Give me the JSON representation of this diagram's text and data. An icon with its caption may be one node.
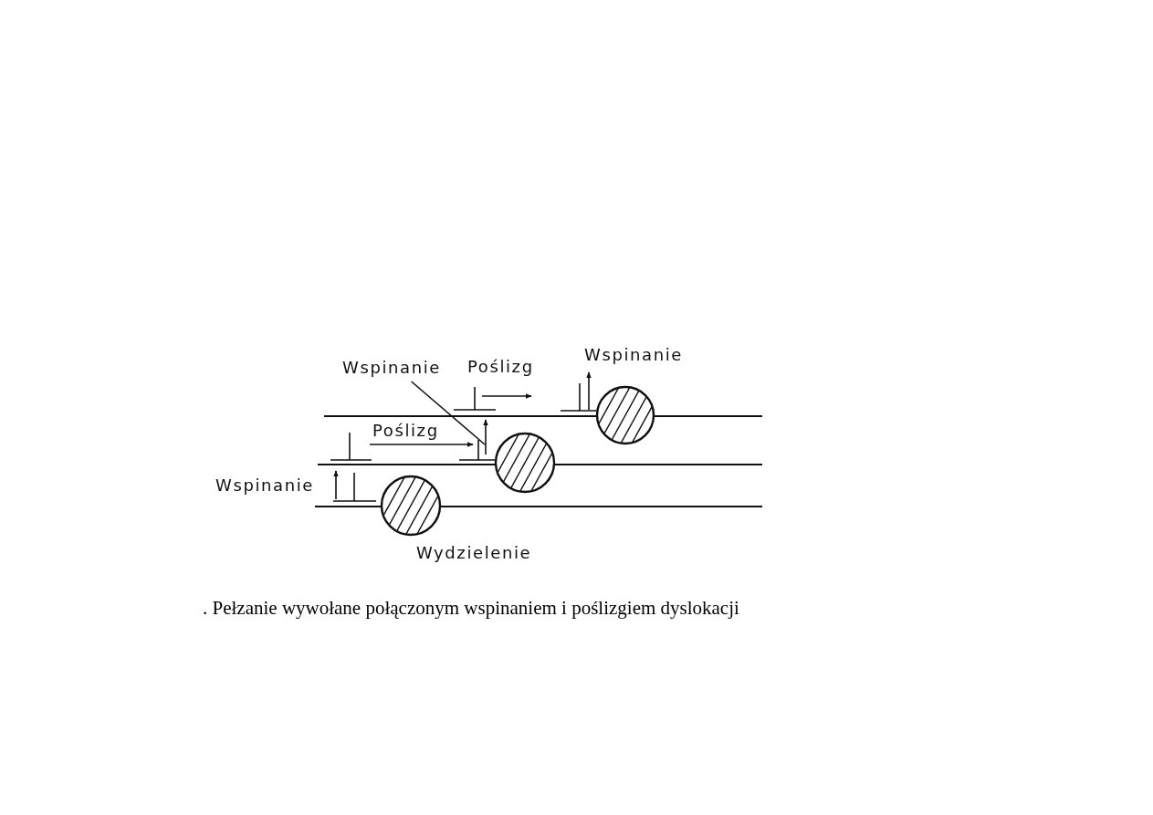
{
  "diagram": {
    "caption": ". Pełzanie wywołane połączonym wspinaniem i poślizgiem dyslokacji",
    "nodes": [
      {
        "text": [
          "Wspinanie"
        ]
      },
      {
        "text": [],
        "shape": "arrow"
      }
    ],
    "edges": [
      {
        "from": 0,
        "to": 1,
        "arrow": "none"
      }
    ],
    "labels": [
      "Poślizg",
      "Wspinanie",
      "Poślizg",
      "Wspinanie",
      "Wydzielenie"
    ]
  }
}
